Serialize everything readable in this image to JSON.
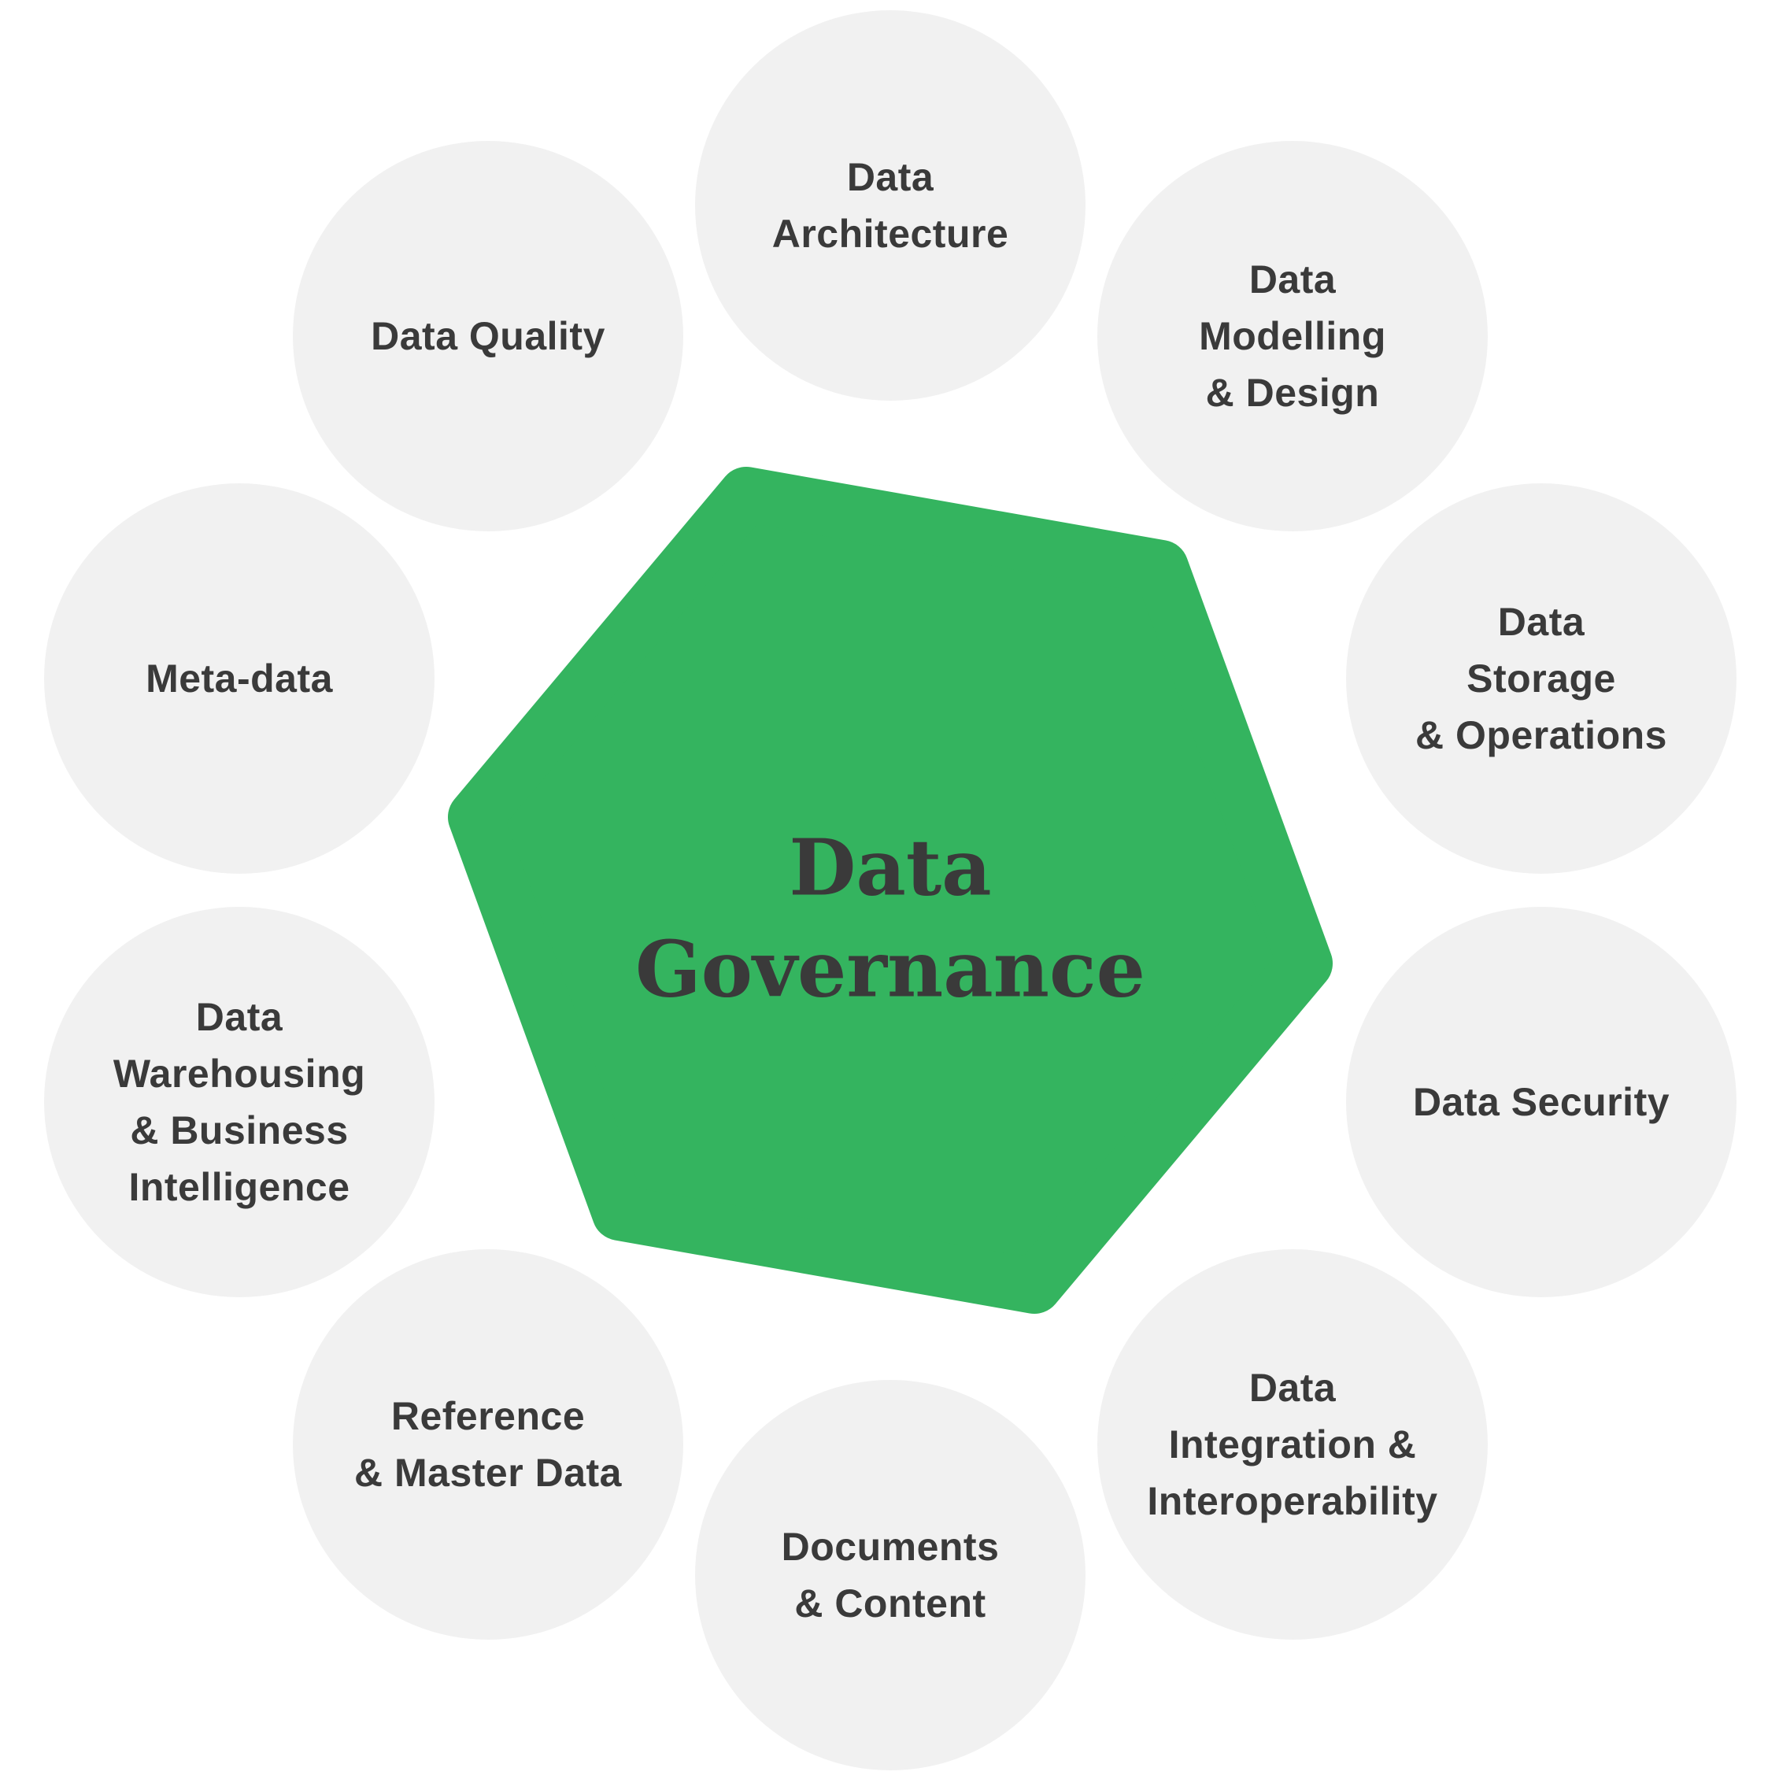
{
  "hexagon": {
    "label": "Data\nGovernance",
    "fill": "#34b45f"
  },
  "circles": [
    {
      "id": "data-architecture",
      "label": "Data\nArchitecture"
    },
    {
      "id": "data-modelling-design",
      "label": "Data\nModelling\n& Design"
    },
    {
      "id": "data-storage-operations",
      "label": "Data\nStorage\n& Operations"
    },
    {
      "id": "data-security",
      "label": "Data Security"
    },
    {
      "id": "data-integration-interoperability",
      "label": "Data\nIntegration &\nInteroperability"
    },
    {
      "id": "documents-content",
      "label": "Documents\n& Content"
    },
    {
      "id": "reference-master-data",
      "label": "Reference\n& Master Data"
    },
    {
      "id": "data-warehousing-business-intelligence",
      "label": "Data\nWarehousing\n& Business\nIntelligence"
    },
    {
      "id": "meta-data",
      "label": "Meta-data"
    },
    {
      "id": "data-quality",
      "label": "Data Quality"
    }
  ],
  "colors": {
    "background": "#ffffff",
    "circle_fill": "#f1f1f1",
    "label_text": "#3a3a3a",
    "hexagon_green": "#34b45f"
  }
}
